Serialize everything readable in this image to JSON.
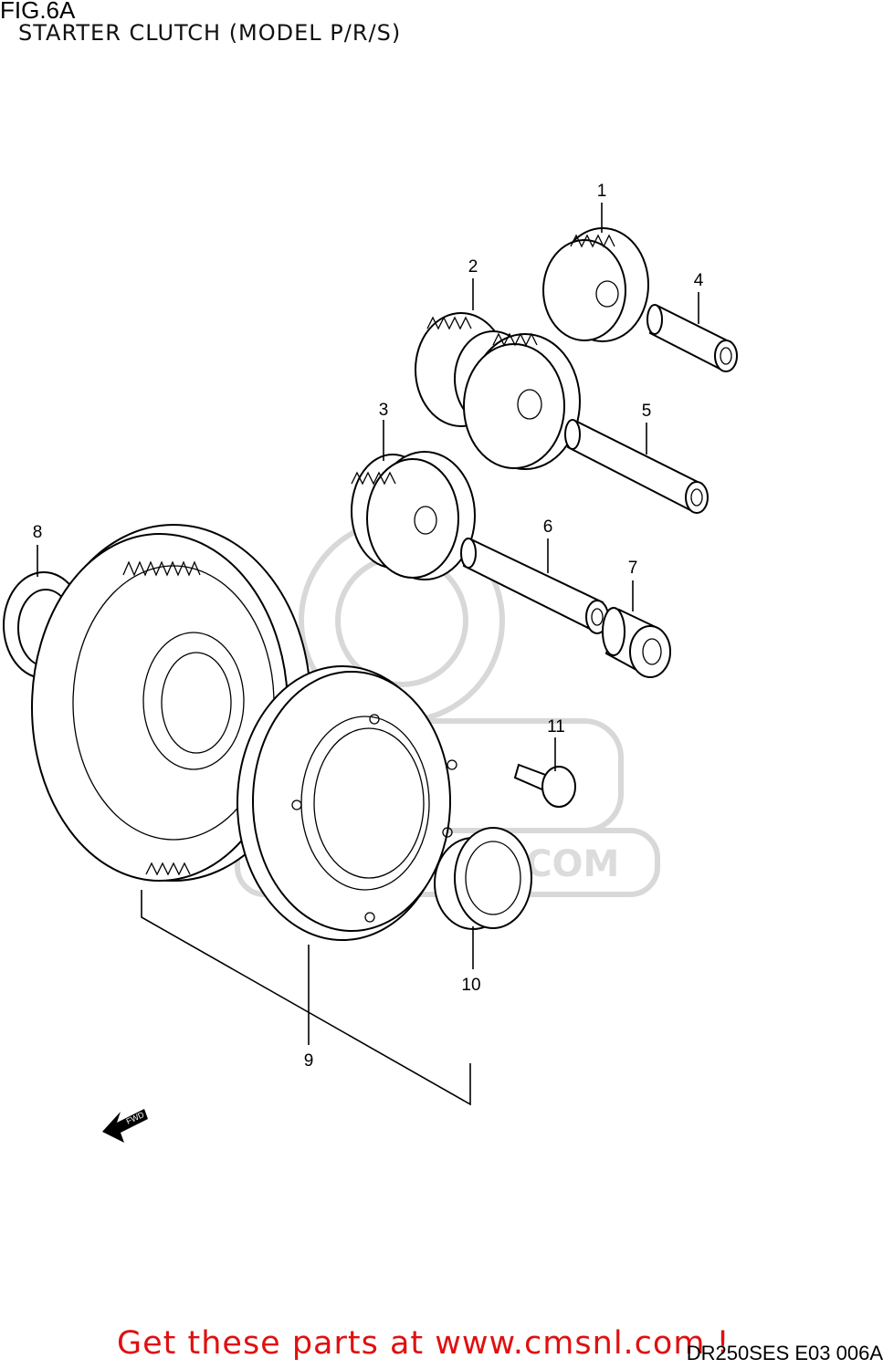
{
  "figure": {
    "fig_label": "FIG.6A",
    "title": "STARTER CLUTCH (MODEL P/R/S)",
    "diagram_code": "DR250SES E03  006A"
  },
  "callouts": [
    "1",
    "2",
    "3",
    "4",
    "5",
    "6",
    "7",
    "8",
    "9",
    "10",
    "11"
  ],
  "direction_arrow": {
    "text": "FWD",
    "icon": "fwd-arrow-icon"
  },
  "watermark": {
    "text": ".COM"
  },
  "promo": {
    "text": "Get these parts at www.cmsnl.com !",
    "color": "#e01010"
  }
}
